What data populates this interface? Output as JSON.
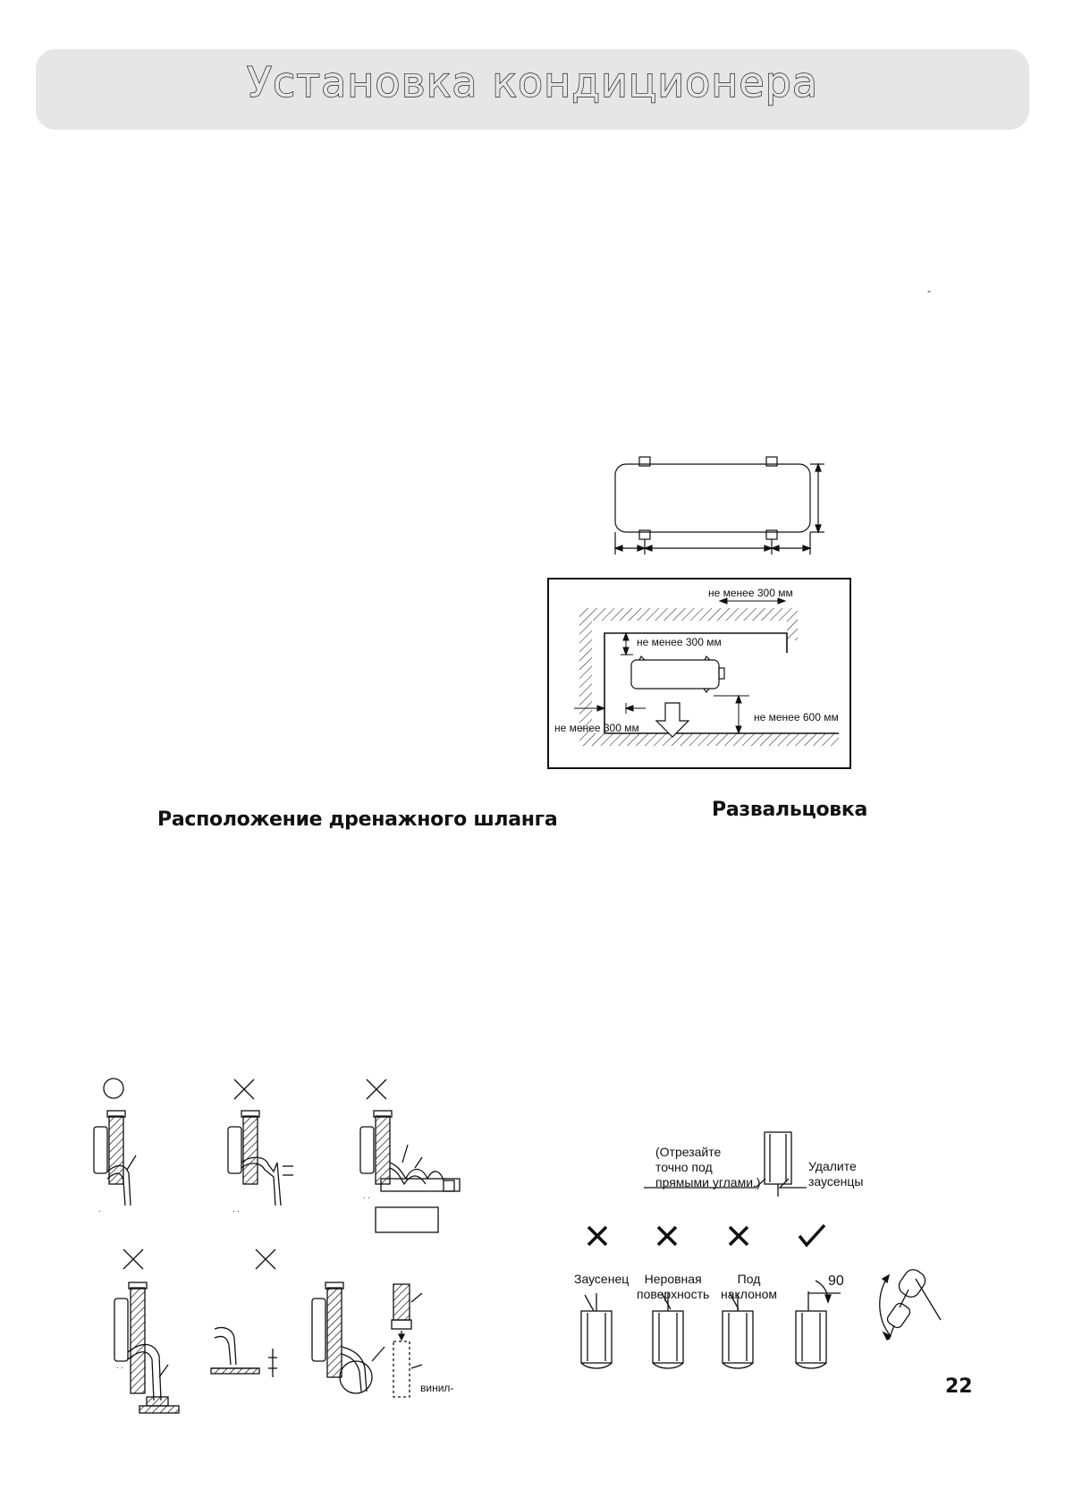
{
  "page": {
    "title": "Установка кондиционера",
    "number": "22",
    "stray_mark": "-"
  },
  "sections": {
    "drain_hose": {
      "heading": "Расположение дренажного шланга",
      "vinyl_label": "винил-"
    },
    "flaring": {
      "heading": "Развальцовка",
      "cut_note": "(Отрезайте точно под прямыми углами.)",
      "cut_note_lines": [
        "(Отрезайте",
        "точно под",
        "прямыми углами.)"
      ],
      "deburr_note_lines": [
        "Удалите",
        "заусенцы"
      ],
      "defects": [
        "Заусенец",
        "Неровная поверхность",
        "Под наклоном"
      ],
      "defect_lines": [
        [
          "Заусенец"
        ],
        [
          "Неровная",
          "поверхность"
        ],
        [
          "Под",
          "наклоном"
        ]
      ],
      "angle_label": "90"
    }
  },
  "clearance": {
    "top": "не менее 300 мм",
    "above_unit": "не менее 300 мм",
    "left": "не менее 300 мм",
    "floor": "не менее 600 мм"
  },
  "colors": {
    "banner": "#e6e6e6",
    "ink": "#111111"
  }
}
